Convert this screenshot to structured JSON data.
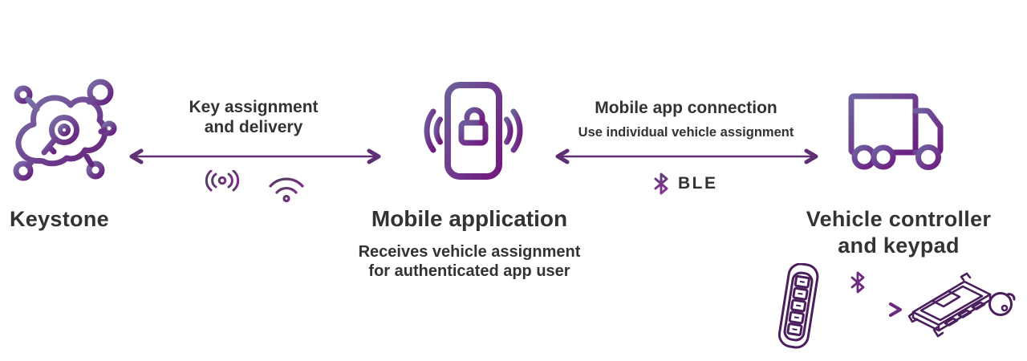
{
  "palette": {
    "text_dark": "#333333",
    "arrow_purple": "#5e2f73",
    "icon_line_dark": "#4b1f5e",
    "gradient_from": "#7a6fa8",
    "gradient_to": "#65207c"
  },
  "keystone": {
    "title": "Keystone",
    "icon": "cloud-key-network-icon"
  },
  "link_left": {
    "title_line1": "Key assignment",
    "title_line2": "and delivery",
    "icons": [
      "cellular-antenna-icon",
      "wifi-icon"
    ],
    "arrow": "double-headed-arrow"
  },
  "mobile": {
    "title": "Mobile application",
    "desc_line1": "Receives vehicle assignment",
    "desc_line2": "for authenticated app user",
    "icon": "phone-unlock-signal-icon"
  },
  "link_right": {
    "title": "Mobile app connection",
    "subtitle": "Use individual vehicle assignment",
    "protocol": "BLE",
    "icons": [
      "bluetooth-icon"
    ],
    "arrow": "double-headed-arrow"
  },
  "vehicle": {
    "title_line1": "Vehicle controller",
    "title_line2": "and keypad",
    "icon": "truck-icon",
    "detail_icons": [
      "keypad-icon",
      "bluetooth-icon",
      "arrow-right-icon",
      "controller-module-icon",
      "fob-icon"
    ]
  }
}
